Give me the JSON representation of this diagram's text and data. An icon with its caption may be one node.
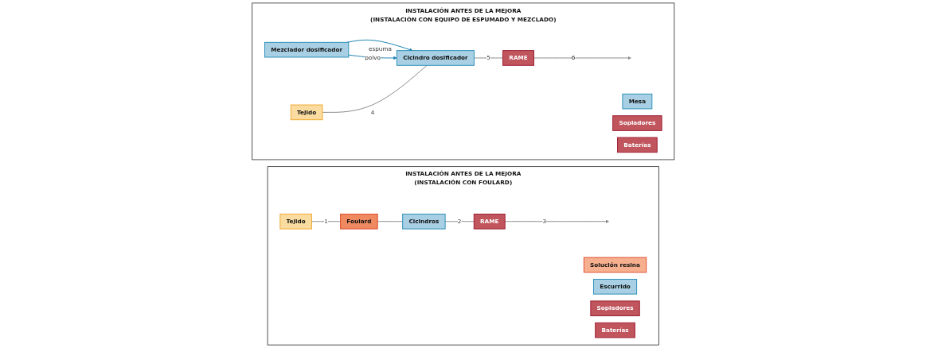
{
  "diagram": {
    "nodes": [
      {
        "text": [
          "INSTALACIÓN ANTES DE LA MEJORA",
          "(INSTALACIÓN CON FOULARD)"
        ]
      },
      {
        "text": [
          "Tejido"
        ],
        "in": 0
      },
      {
        "text": [
          "Foulard"
        ],
        "in": 0
      },
      {
        "text": [
          "Solución resina"
        ],
        "in": 0
      },
      {
        "text": [
          "Cicindros"
        ],
        "in": 0
      },
      {
        "text": [
          "Escurrido"
        ],
        "in": 0
      },
      {
        "text": [
          "Sopladores"
        ],
        "in": 0
      },
      {
        "text": [
          "Baterías"
        ],
        "in": 0
      },
      {
        "text": [
          "RAME"
        ],
        "in": 0
      },
      {
        "text": [
          "INSTALACIÓN ANTES DE LA MEJORA",
          "(INSTALACIÓN CON EQUIPO DE ESPUMADO Y MEZCLADO)"
        ]
      },
      {
        "text": [
          "Mezclador dosificador"
        ],
        "in": 9
      },
      {
        "text": [
          "Tejido"
        ],
        "in": 9
      },
      {
        "text": [
          "Cicindro dosificador"
        ],
        "in": 9
      },
      {
        "text": [
          "Mesa"
        ],
        "in": 9
      },
      {
        "text": [
          "Sopladores"
        ],
        "in": 9
      },
      {
        "text": [
          "Baterías"
        ],
        "in": 9
      },
      {
        "text": [
          "RAME"
        ],
        "in": 9
      }
    ],
    "edges": [
      {
        "from": 1,
        "to": 2,
        "arrow": "none",
        "label": "1"
      },
      {
        "from": 2,
        "to": 4,
        "arrow": "none"
      },
      {
        "from": 4,
        "to": 8,
        "arrow": "none",
        "label": "2"
      },
      {
        "from": 8,
        "to": null,
        "arrow": "to",
        "label": "3"
      },
      {
        "from": 10,
        "to": 12,
        "arrow": "to",
        "label": "espuma",
        "color": "#1a7fb0"
      },
      {
        "from": 10,
        "to": 12,
        "arrow": "to",
        "label": "polvo",
        "color": "#1a7fb0"
      },
      {
        "from": 11,
        "to": 12,
        "arrow": "none",
        "label": "4"
      },
      {
        "from": 12,
        "to": 16,
        "arrow": "none",
        "label": "5"
      },
      {
        "from": 16,
        "to": null,
        "arrow": "to",
        "label": "6"
      }
    ]
  }
}
